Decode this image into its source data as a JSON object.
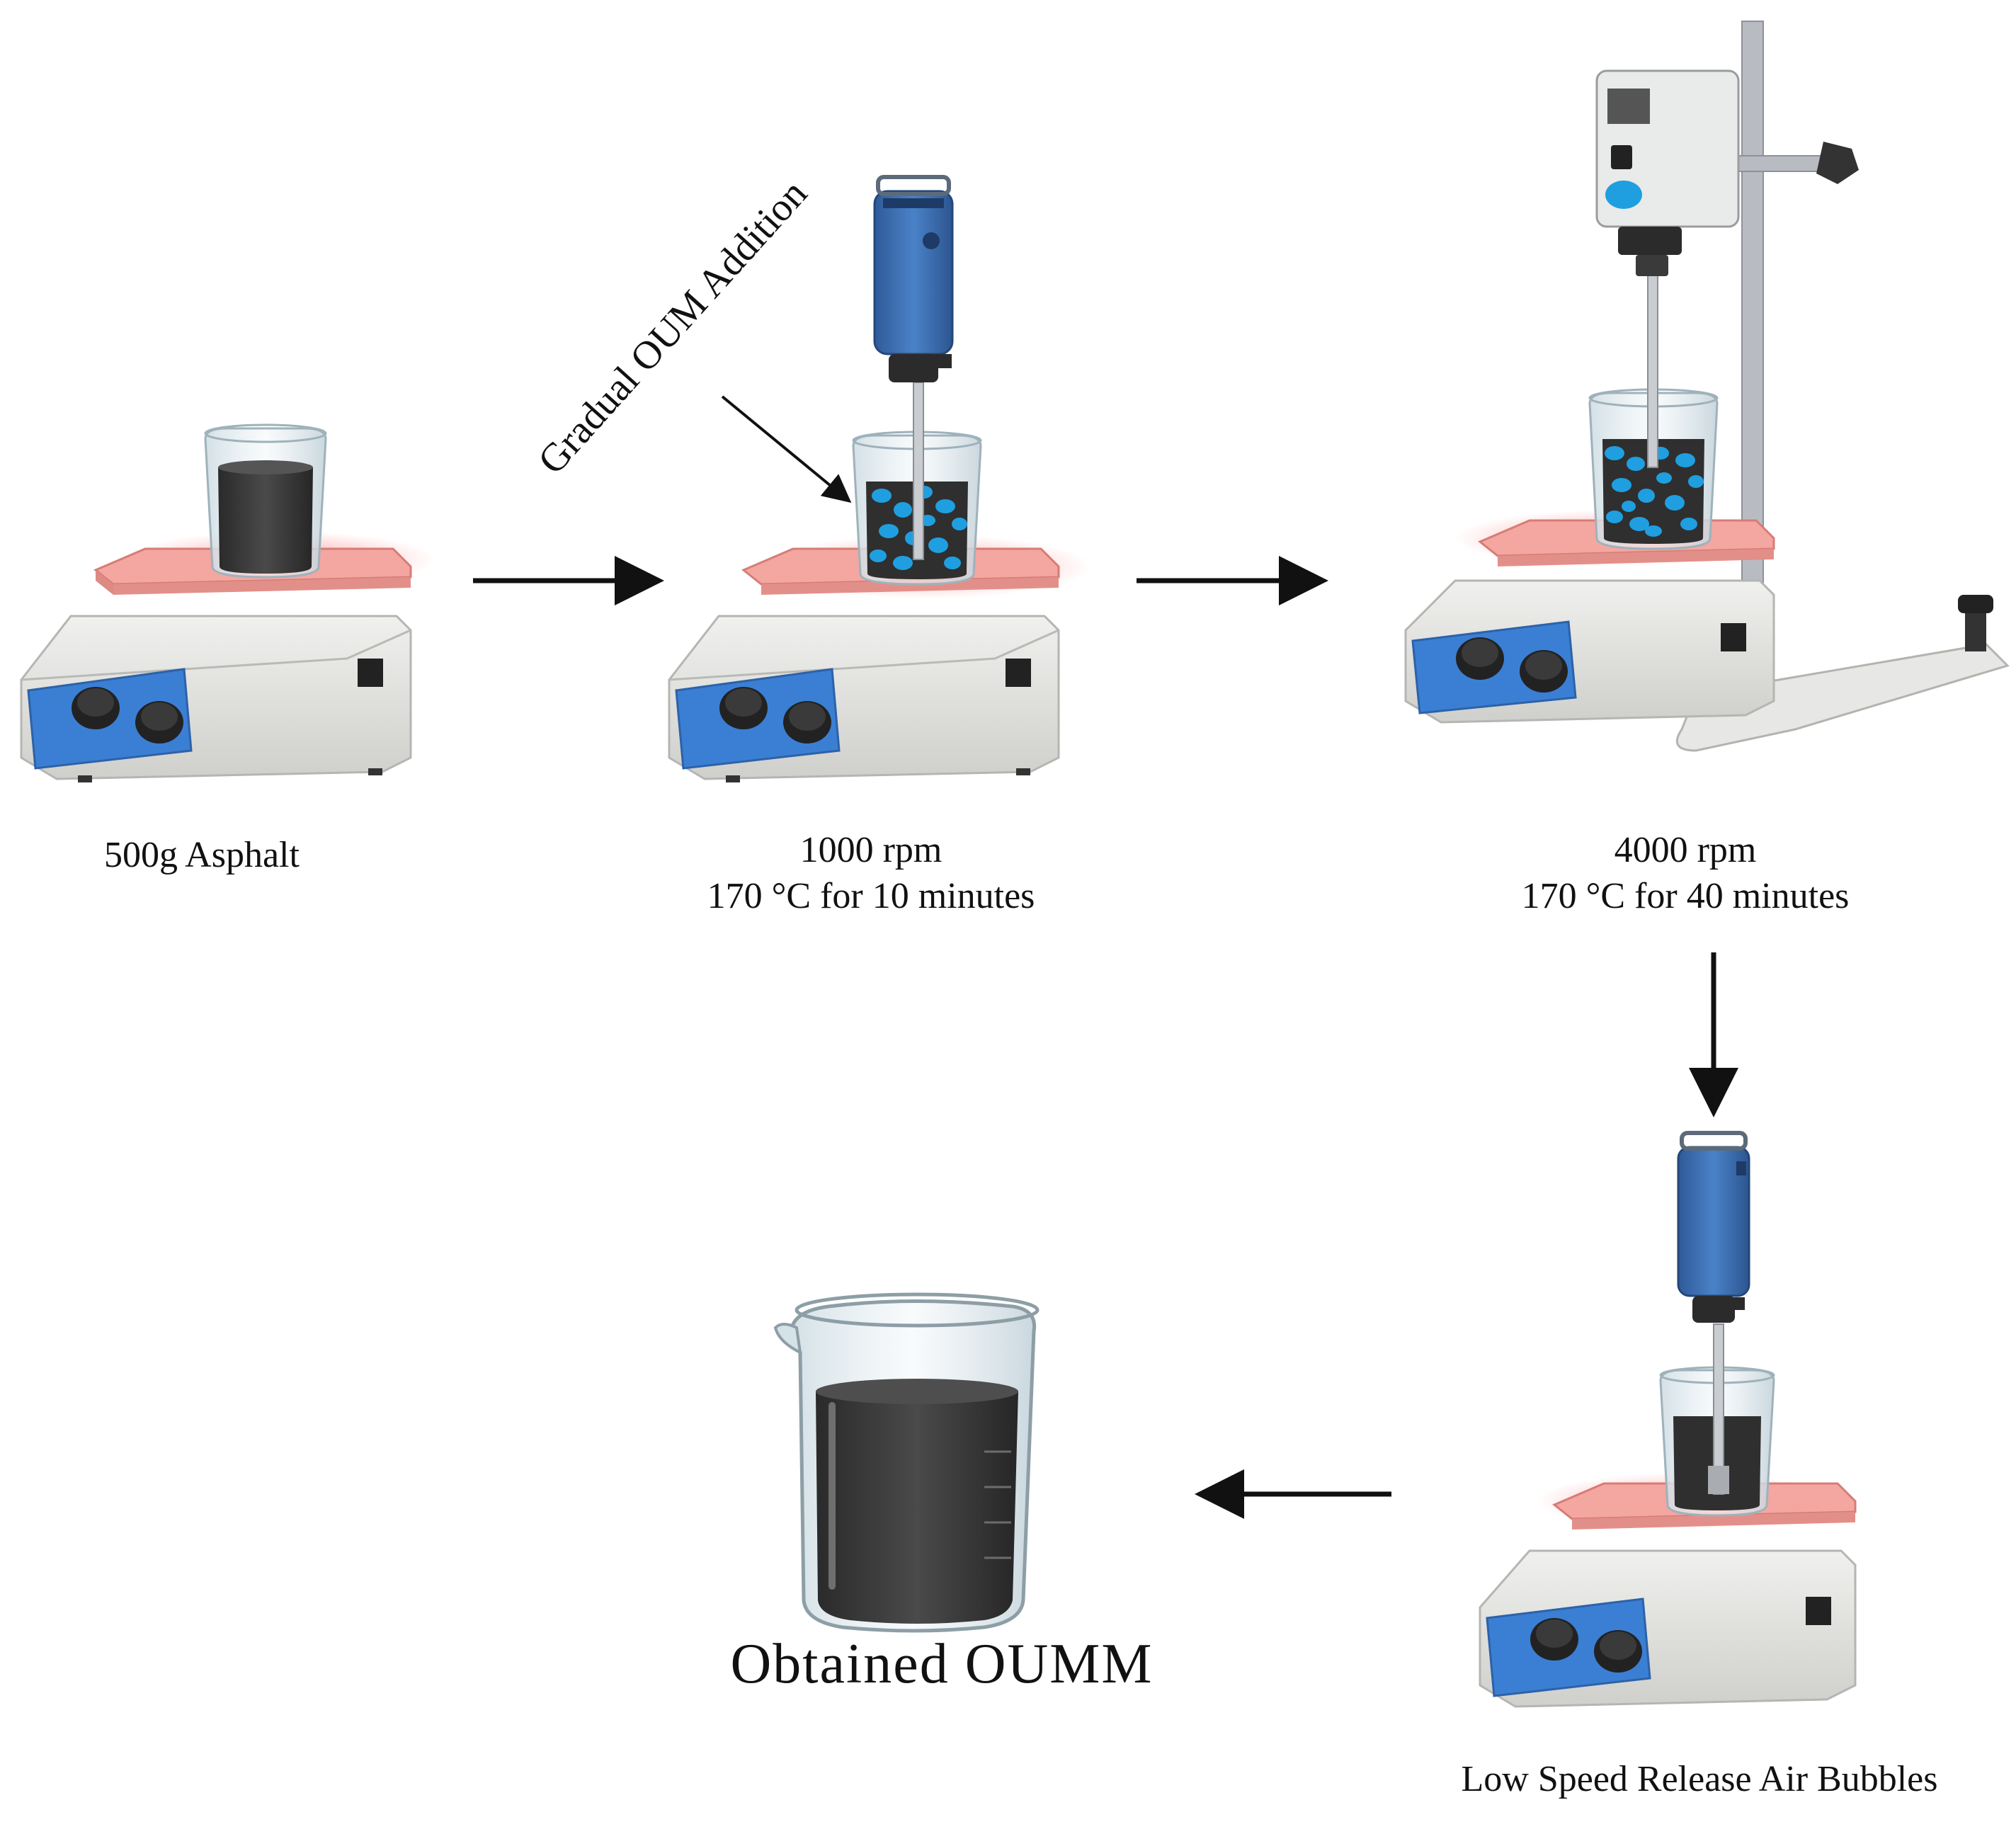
{
  "steps": [
    {
      "id": "step1",
      "label_lines": [
        "500g Asphalt"
      ]
    },
    {
      "id": "step2",
      "label_lines": [
        "1000 rpm",
        "170 °C for 10 minutes"
      ]
    },
    {
      "id": "step3",
      "label_lines": [
        "4000 rpm",
        "170 °C for 40 minutes"
      ]
    },
    {
      "id": "step4",
      "label_lines": [
        "Low Speed Release Air Bubbles"
      ]
    }
  ],
  "annotation": {
    "oum_addition": "Gradual OUM Addition"
  },
  "result": {
    "label": "Obtained OUMM"
  },
  "colors": {
    "hotplate_body": "#e4e4e2",
    "hotplate_panel": "#3b7fd4",
    "hotplate_top": "#f4a6a0",
    "hotplate_glow": "#ff6a6a",
    "knob": "#222222",
    "asphalt": "#3a3a3a",
    "glass": "#dfe9ee",
    "mixer_blue": "#3d6fb5",
    "oum_particles": "#1f9fe0",
    "stand_metal": "#b8bcc2",
    "arrow": "#111111"
  }
}
